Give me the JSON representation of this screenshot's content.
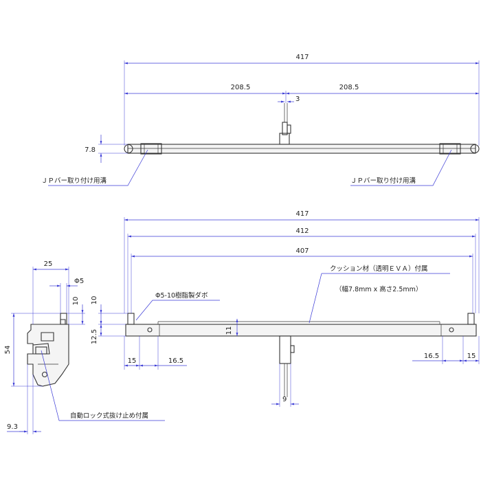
{
  "top_view": {
    "dim_total": "417",
    "dim_half_left": "208.5",
    "dim_half_right": "208.5",
    "dim_center": "3",
    "dim_height": "7.8",
    "label_left": "ＪＰバー取り付け用溝",
    "label_right": "ＪＰバー取り付け用溝"
  },
  "front_view": {
    "dim_total": "417",
    "dim_inner": "412",
    "dim_cushion": "407",
    "dim_bar_height": "11",
    "dim_post_height": "10",
    "dim_lower": "12.5",
    "dim_left_15": "15",
    "dim_left_165": "16.5",
    "dim_right_165": "16.5",
    "dim_right_15": "15",
    "dim_hanger_width": "9",
    "label_cushion": "クッション材（透明ＥＶＡ）付属",
    "label_cushion_size": "（幅7.8mm x 高さ2.5mm）",
    "label_dowel": "Φ5-10樹脂製ダボ"
  },
  "side_view": {
    "dim_width": "25",
    "dim_dia": "Φ5",
    "dim_post": "10",
    "dim_height": "54",
    "dim_offset": "9.3",
    "label_lock": "自動ロック式抜け止め付属"
  }
}
